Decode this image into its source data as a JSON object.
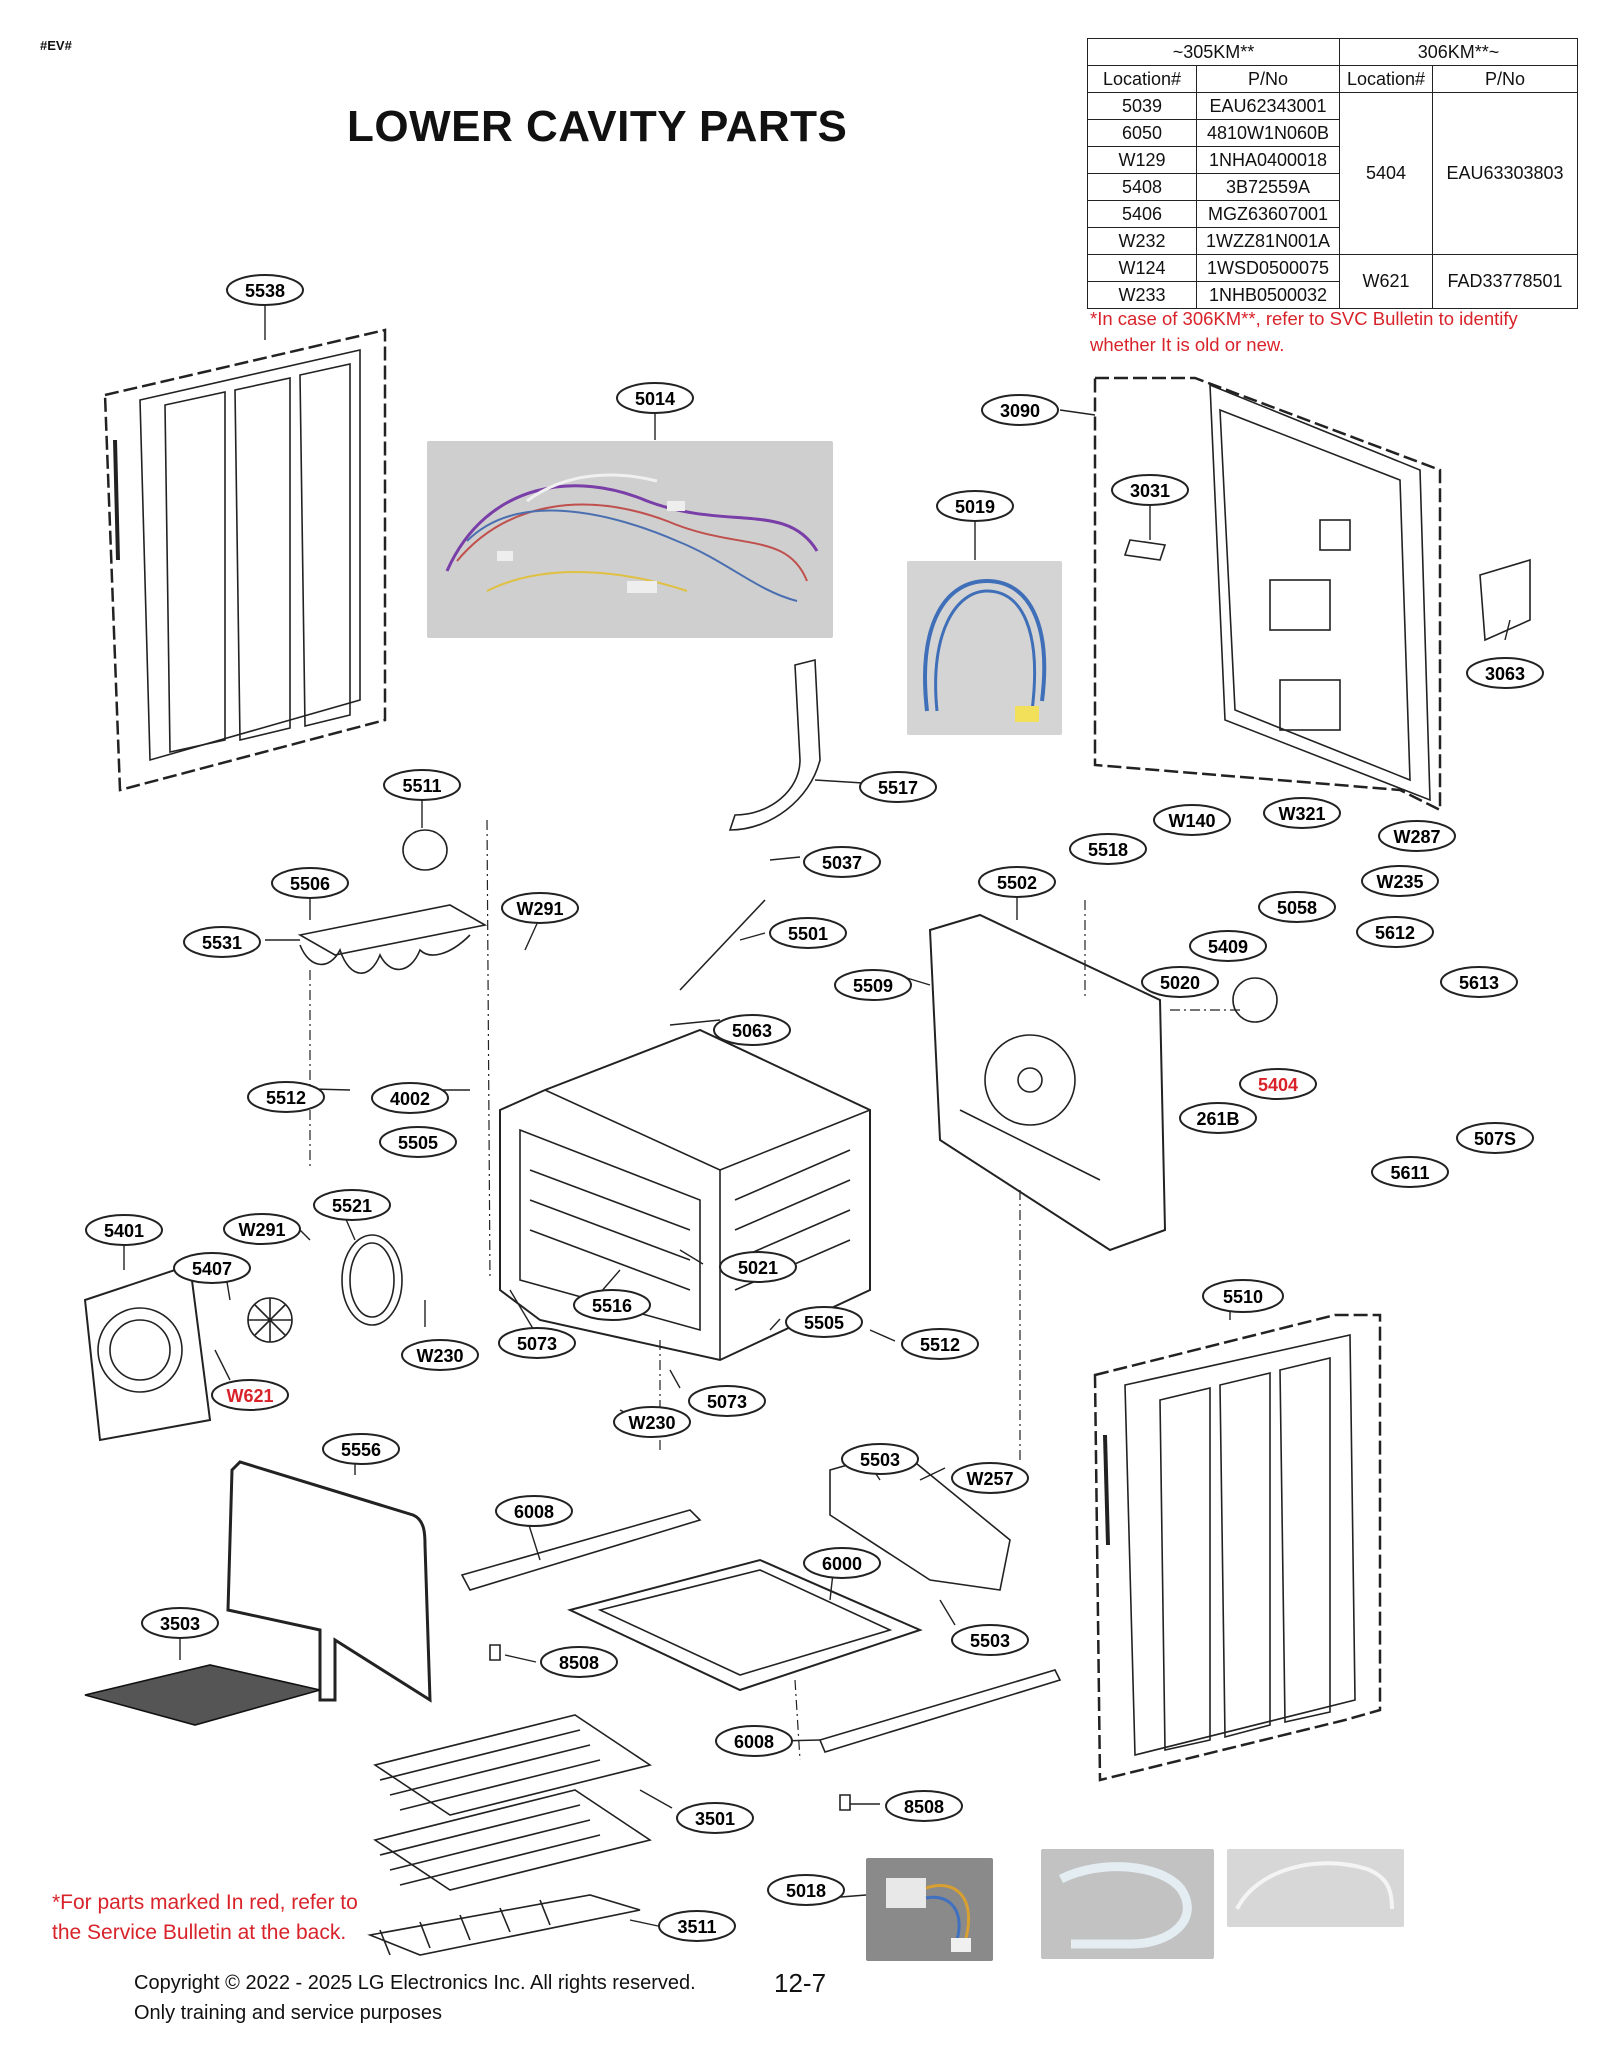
{
  "header": {
    "tag": "#EV#",
    "title": "LOWER CAVITY PARTS"
  },
  "table": {
    "groups": [
      "~305KM**",
      "306KM**~"
    ],
    "columns": [
      "Location#",
      "P/No",
      "Location#",
      "P/No"
    ],
    "rows": [
      [
        "5039",
        "EAU62343001"
      ],
      [
        "6050",
        "4810W1N060B"
      ],
      [
        "W129",
        "1NHA0400018"
      ],
      [
        "5408",
        "3B72559A"
      ],
      [
        "5406",
        "MGZ63607001"
      ],
      [
        "W232",
        "1WZZ81N001A"
      ],
      [
        "W124",
        "1WSD0500075"
      ],
      [
        "W233",
        "1NHB0500032"
      ]
    ],
    "merged": [
      {
        "location": "5404",
        "pno": "EAU63303803"
      },
      {
        "location": "W621",
        "pno": "FAD33778501"
      }
    ]
  },
  "notes": {
    "top": [
      "*In case of 306KM**, refer to SVC Bulletin to identify",
      "whether It is old or new."
    ],
    "bottom": [
      "*For parts marked In red, refer to",
      "the Service Bulletin at the back."
    ]
  },
  "footer": {
    "copyright": [
      "Copyright © 2022 - 2025 LG Electronics Inc. All rights reserved.",
      "Only training and service purposes"
    ],
    "page": "12-7"
  },
  "callouts": {
    "c5538": "5538",
    "c5014": "5014",
    "c5019": "5019",
    "c3090": "3090",
    "c3031": "3031",
    "c3063": "3063",
    "c5517": "5517",
    "c5037": "5037",
    "c5511": "5511",
    "c5506": "5506",
    "c5531": "5531",
    "cW291a": "W291",
    "c5501": "5501",
    "c5502": "5502",
    "c5518": "5518",
    "cW140": "W140",
    "cW321": "W321",
    "cW287": "W287",
    "cW235": "W235",
    "c5058": "5058",
    "c5409": "5409",
    "c5612": "5612",
    "c5613": "5613",
    "c5020": "5020",
    "c5509": "5509",
    "c5063": "5063",
    "c5404": "5404",
    "c261B": "261B",
    "c507S": "507S",
    "c5611": "5611",
    "c5512a": "5512",
    "c4002": "4002",
    "c5505a": "5505",
    "c5521": "5521",
    "cW291b": "W291",
    "c5401": "5401",
    "c5407": "5407",
    "cW621": "W621",
    "cW230a": "W230",
    "c5073a": "5073",
    "c5516": "5516",
    "c5021": "5021",
    "c5505b": "5505",
    "c5512b": "5512",
    "c5073b": "5073",
    "cW230b": "W230",
    "c5510": "5510",
    "c5556": "5556",
    "c6008a": "6008",
    "c5503a": "5503",
    "cW257": "W257",
    "c6000": "6000",
    "c5503b": "5503",
    "c3503": "3503",
    "c8508a": "8508",
    "c6008b": "6008",
    "c3501": "3501",
    "c8508b": "8508",
    "c5018": "5018",
    "c3511": "3511"
  },
  "colors": {
    "callout_red": "#d8232a",
    "photo_bg": "#c9c9c9"
  }
}
